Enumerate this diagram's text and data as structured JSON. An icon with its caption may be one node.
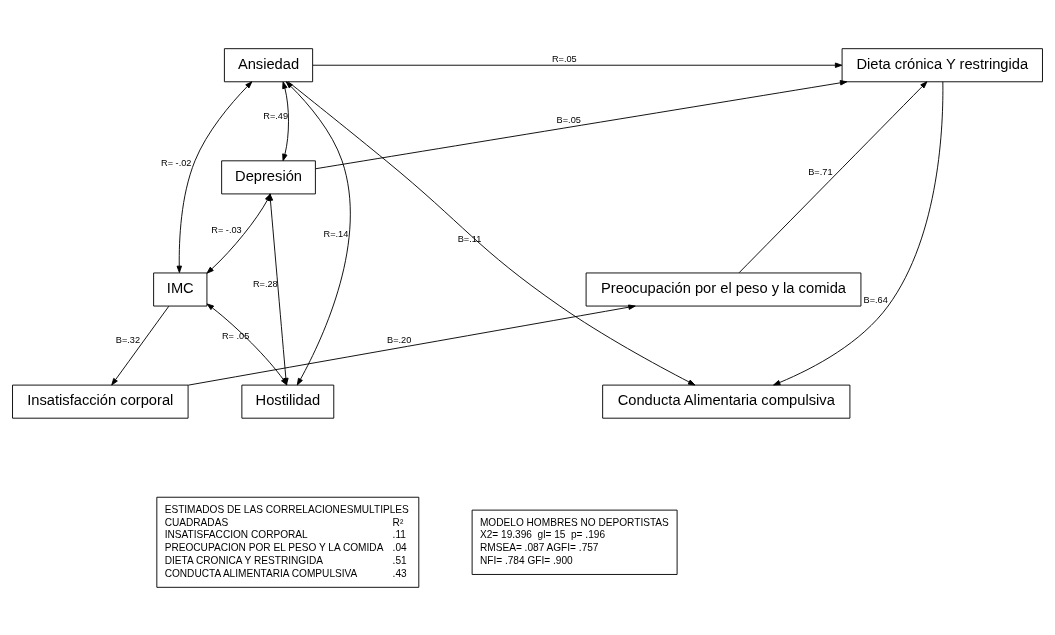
{
  "diagram": {
    "nodes": [
      {
        "text": [
          "Ansiedad"
        ]
      },
      {
        "text": [
          "Depresión"
        ]
      },
      {
        "text": [
          "IMC"
        ]
      },
      {
        "text": [
          "Hostilidad"
        ]
      },
      {
        "text": [
          "Preocupación por el peso y la comida"
        ]
      },
      {
        "text": [
          "Insatisfacción corporal"
        ]
      },
      {
        "text": [
          "Dieta crónica Y restringida"
        ]
      },
      {
        "text": [
          "Conducta Alimentaria compulsiva"
        ]
      },
      {
        "text": [
          "ESTIMADOS DE LAS CORRELACIONESMULTIPLES",
          "CUADRADAS",
          "R²",
          "INSATISFACCION CORPORAL",
          ".11",
          "PREOCUPACION POR EL PESO Y LA COMIDA",
          ".04",
          "DIETA CRONICA Y RESTRINGIDA",
          ".51",
          "CONDUCTA ALIMENTARIA COMPULSIVA",
          ".43"
        ]
      },
      {
        "text": [
          "MODELO HOMBRES NO DEPORTISTAS",
          "X2= 19.396  gl= 15  p= .196",
          "RMSEA= .087 AGFI= .757",
          "NFI= .784 GFI= .900"
        ]
      }
    ],
    "edges": [
      {
        "from": 0,
        "to": 1,
        "arrow": "both",
        "label": "R=.49"
      },
      {
        "from": 0,
        "to": 2,
        "arrow": "both",
        "label": "R= -.02"
      },
      {
        "from": 0,
        "to": 3,
        "arrow": "both",
        "label": "R=.14"
      },
      {
        "from": 1,
        "to": 2,
        "arrow": "both",
        "label": "R= -.03"
      },
      {
        "from": 1,
        "to": 3,
        "arrow": "both",
        "label": "R=.28"
      },
      {
        "from": 2,
        "to": 3,
        "arrow": "both",
        "label": "R= .05"
      },
      {
        "from": 0,
        "to": 6,
        "arrow": "to",
        "label": "R=.05"
      },
      {
        "from": 1,
        "to": 6,
        "arrow": "to",
        "label": "B=.05"
      },
      {
        "from": 4,
        "to": 6,
        "arrow": "to",
        "label": "B=.71"
      },
      {
        "from": 0,
        "to": 7,
        "arrow": "to",
        "label": "B=.11"
      },
      {
        "from": 6,
        "to": 7,
        "arrow": "to",
        "label": "B=.64"
      },
      {
        "from": 2,
        "to": 5,
        "arrow": "to",
        "label": "B=.32"
      },
      {
        "from": 5,
        "to": 4,
        "arrow": "to",
        "label": "B=.20"
      }
    ]
  }
}
